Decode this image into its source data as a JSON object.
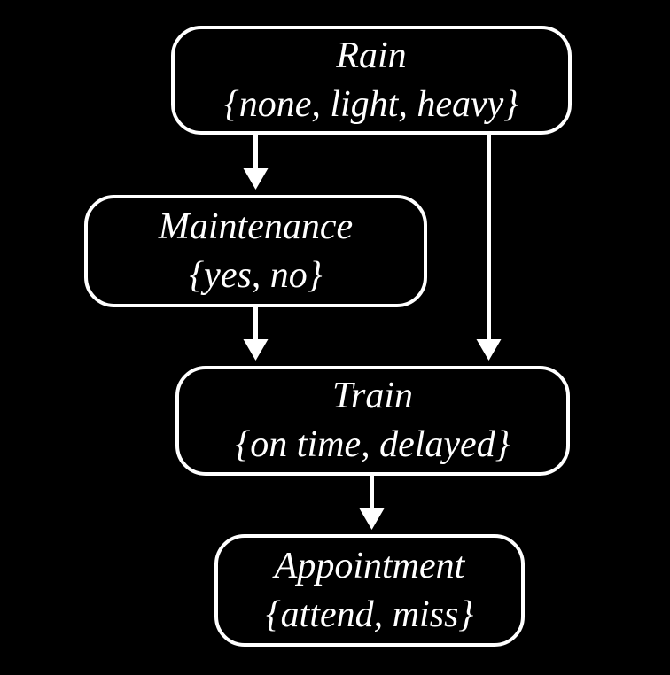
{
  "diagram": {
    "type": "bayesian-network",
    "background_color": "#000000",
    "node_border_color": "#ffffff",
    "node_fill_color": "#000000",
    "text_color": "#ffffff",
    "arrow_color": "#ffffff",
    "nodes": [
      {
        "id": "rain",
        "label": "Rain",
        "states": "{none, light, heavy}"
      },
      {
        "id": "maintenance",
        "label": "Maintenance",
        "states": "{yes, no}"
      },
      {
        "id": "train",
        "label": "Train",
        "states": "{on time, delayed}"
      },
      {
        "id": "appointment",
        "label": "Appointment",
        "states": "{attend, miss}"
      }
    ],
    "edges": [
      {
        "from": "rain",
        "to": "maintenance"
      },
      {
        "from": "rain",
        "to": "train"
      },
      {
        "from": "maintenance",
        "to": "train"
      },
      {
        "from": "train",
        "to": "appointment"
      }
    ]
  }
}
